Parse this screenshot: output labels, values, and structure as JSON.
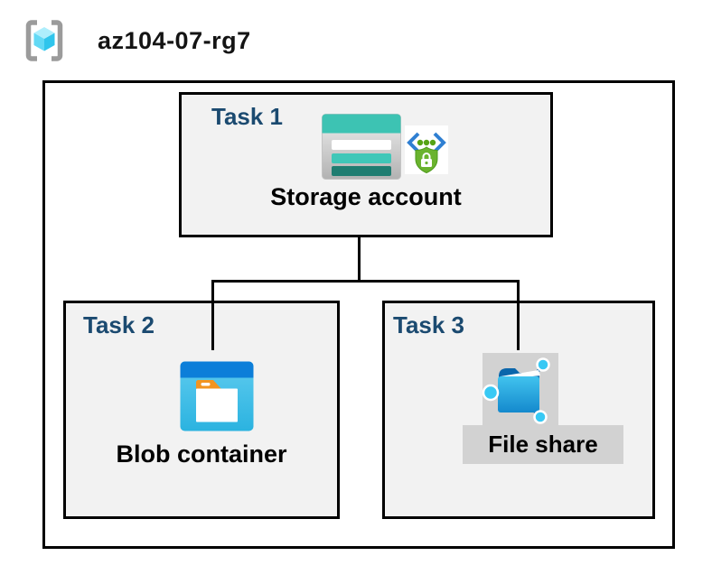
{
  "header": {
    "title": "az104-07-rg7"
  },
  "tasks": [
    {
      "label": "Task 1",
      "caption": "Storage account"
    },
    {
      "label": "Task 2",
      "caption": "Blob container"
    },
    {
      "label": "Task 3",
      "caption": "File share"
    }
  ],
  "connections": [
    {
      "from": "Storage account",
      "to": "Blob container"
    },
    {
      "from": "Storage account",
      "to": "File share"
    }
  ],
  "icons": {
    "resource_group": "resource-group-icon",
    "storage_account": "storage-account-icon",
    "secure_endpoint": "secure-endpoint-icon",
    "blob_container": "blob-container-icon",
    "file_share": "file-share-icon"
  },
  "colors": {
    "task_label": "#1b4a70",
    "box_fill": "#f2f2f2",
    "box_border": "#000000",
    "storage_teal": "#3dc3b3",
    "storage_teal_dark": "#1f7d71",
    "blob_blue": "#0c7ed9",
    "blob_body_cyan": "#3fc0e8",
    "folder_tab_orange": "#f2941f",
    "share_node_cyan": "#38c9f4",
    "share_line_blue": "#0b66ab",
    "secure_shield_green": "#6ab32e",
    "secure_chevron_blue": "#2f7fd2",
    "rg_cube_cyan": "#2fc5ec",
    "bracket_gray": "#9b9b9b",
    "share_label_bg": "#d2d2d2"
  }
}
